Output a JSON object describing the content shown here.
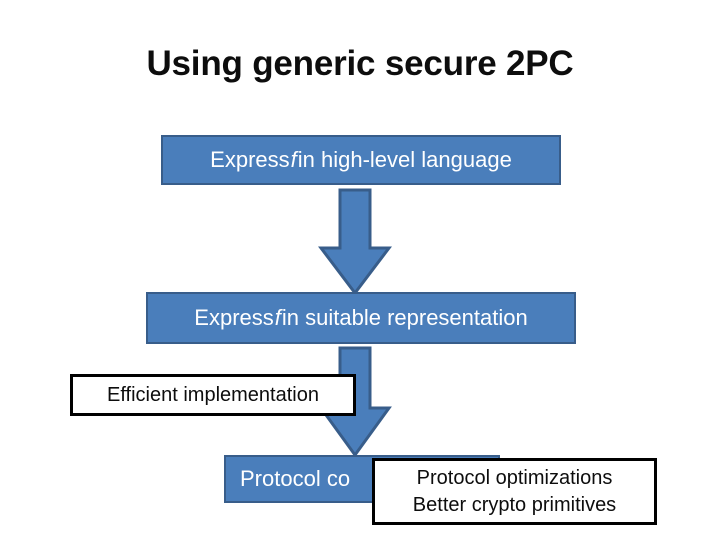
{
  "slide": {
    "title": "Using generic secure 2PC",
    "background_color": "#ffffff"
  },
  "theme": {
    "box_fill": "#4a7ebb",
    "box_border": "#385d8a",
    "box_text": "#ffffff",
    "callout_fill": "#ffffff",
    "callout_border": "#000000",
    "callout_text": "#0d0d0d",
    "arrow_fill": "#4a7ebb",
    "arrow_border": "#385d8a",
    "title_color": "#0d0d0d"
  },
  "flow": {
    "steps": [
      {
        "id": "high-level",
        "text_prefix": "Express ",
        "text_var": "f",
        "text_suffix": " in high-level language"
      },
      {
        "id": "representation",
        "text_prefix": "Express ",
        "text_var": "f",
        "text_suffix": " in suitable representation"
      },
      {
        "id": "protocol",
        "text": "Protocol co"
      }
    ],
    "arrows": [
      {
        "id": "arrow-1",
        "direction": "down"
      },
      {
        "id": "arrow-2",
        "direction": "down"
      }
    ]
  },
  "callouts": [
    {
      "id": "efficient-implementation",
      "text": "Efficient implementation"
    },
    {
      "id": "protocol-optimizations",
      "line1": "Protocol optimizations",
      "line2": "Better crypto primitives"
    }
  ]
}
